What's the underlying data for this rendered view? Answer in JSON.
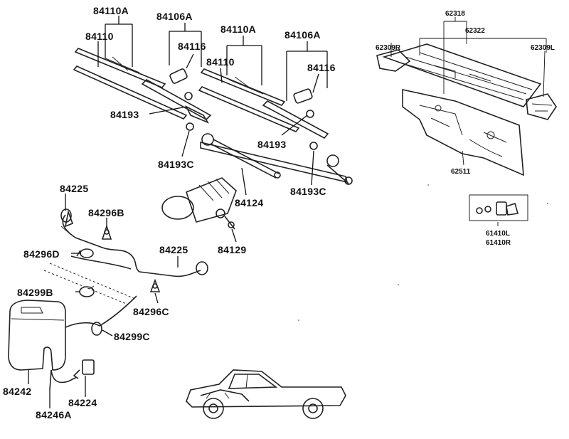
{
  "labels": {
    "blade_assy_right": "84110A",
    "blade_right": "84110",
    "arm_assy_right": "84106A",
    "cap_right": "84116",
    "blade_assy_left": "84110A",
    "arm_assy_left": "84106A",
    "blade_left": "84110",
    "cap_left": "84116",
    "nut_right": "84193",
    "nut_left": "84193",
    "nut_cap_right": "84193C",
    "linkage": "84124",
    "nut_cap_left": "84193C",
    "motor": "84129",
    "hose_upper": "84225",
    "clip_b": "84296B",
    "clip_d": "84296D",
    "hose_lower": "84225",
    "clamp_b": "84299B",
    "clip_c": "84296C",
    "clamp_c": "84299C",
    "tank": "84242",
    "pump": "84224",
    "pump_hose": "84246A",
    "cowl_top": "62318",
    "cowl_panel": "62322",
    "bracket_r": "62309R",
    "bracket_l": "62309L",
    "dash_panel": "62511",
    "latch_l": "61410L",
    "latch_r": "61410R"
  },
  "colors": {
    "line": "#222222",
    "background": "#ffffff"
  }
}
